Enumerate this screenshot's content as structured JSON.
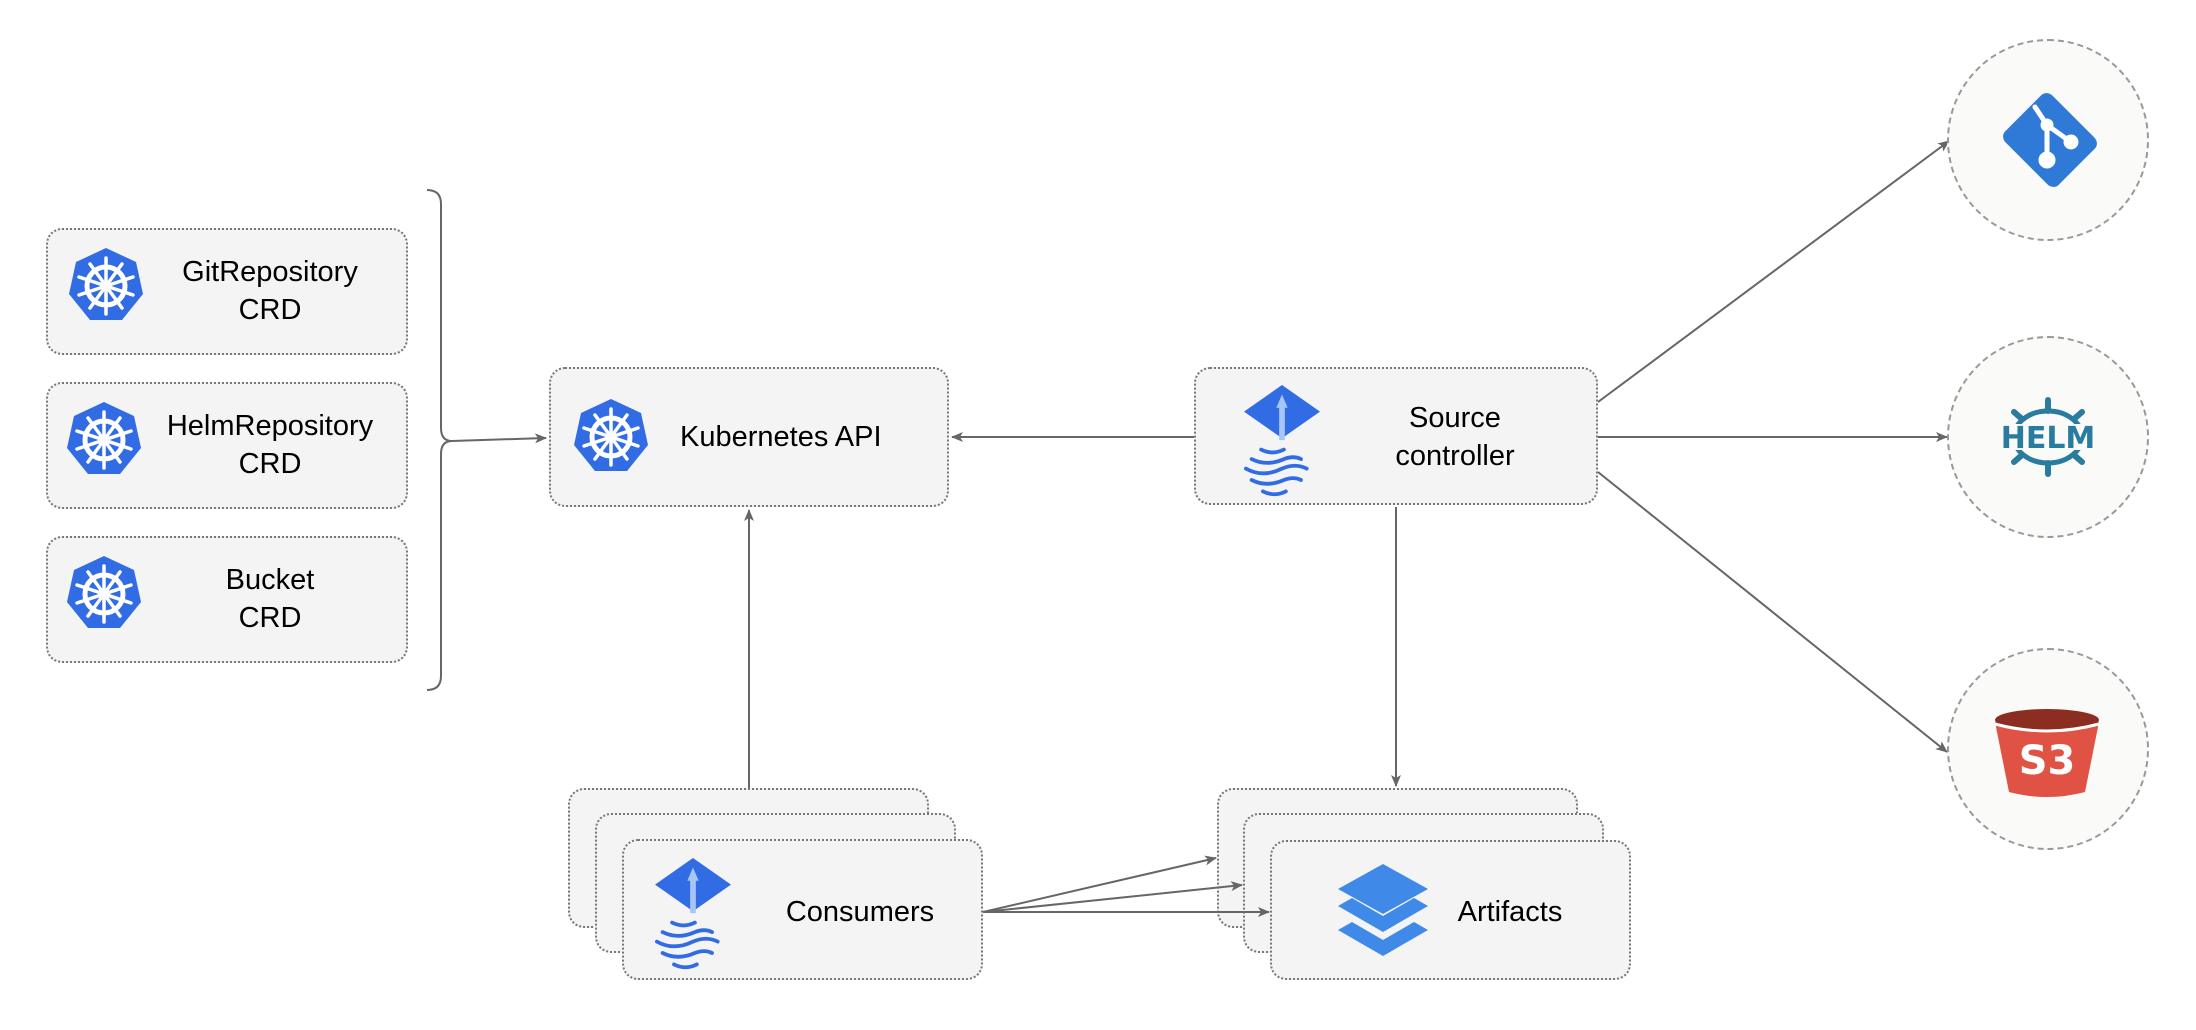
{
  "crds": [
    {
      "line1": "GitRepository",
      "line2": "CRD"
    },
    {
      "line1": "HelmRepository",
      "line2": "CRD"
    },
    {
      "line1": "Bucket",
      "line2": "CRD"
    }
  ],
  "kubernetes_api": {
    "label": "Kubernetes API"
  },
  "source_controller": {
    "line1": "Source",
    "line2": "controller"
  },
  "consumers": {
    "label": "Consumers"
  },
  "artifacts": {
    "label": "Artifacts"
  },
  "sources": {
    "helm_logo_text": "HELM",
    "s3_logo_text": "S3"
  },
  "colors": {
    "kubernetes_blue": "#326ce5",
    "git_blue": "#2f7ad6",
    "helm_teal": "#2a7ba0",
    "s3_red": "#e05243",
    "arrow": "#666666"
  }
}
